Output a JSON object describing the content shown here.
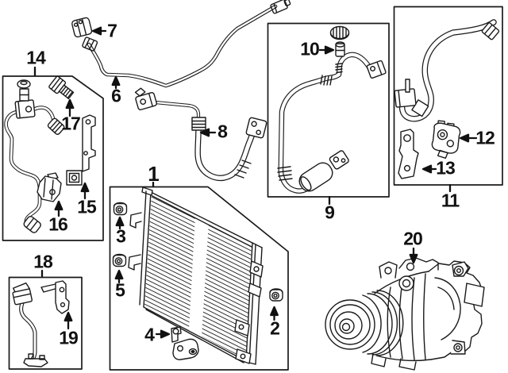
{
  "diagram": {
    "callouts": {
      "c1": "1",
      "c2": "2",
      "c3": "3",
      "c4": "4",
      "c5": "5",
      "c6": "6",
      "c7": "7",
      "c8": "8",
      "c9": "9",
      "c10": "10",
      "c11": "11",
      "c12": "12",
      "c13": "13",
      "c14": "14",
      "c15": "15",
      "c16": "16",
      "c17": "17",
      "c18": "18",
      "c19": "19",
      "c20": "20"
    }
  },
  "colors": {
    "line": "#1a1a1a",
    "label": "#111111",
    "background": "#ffffff"
  }
}
